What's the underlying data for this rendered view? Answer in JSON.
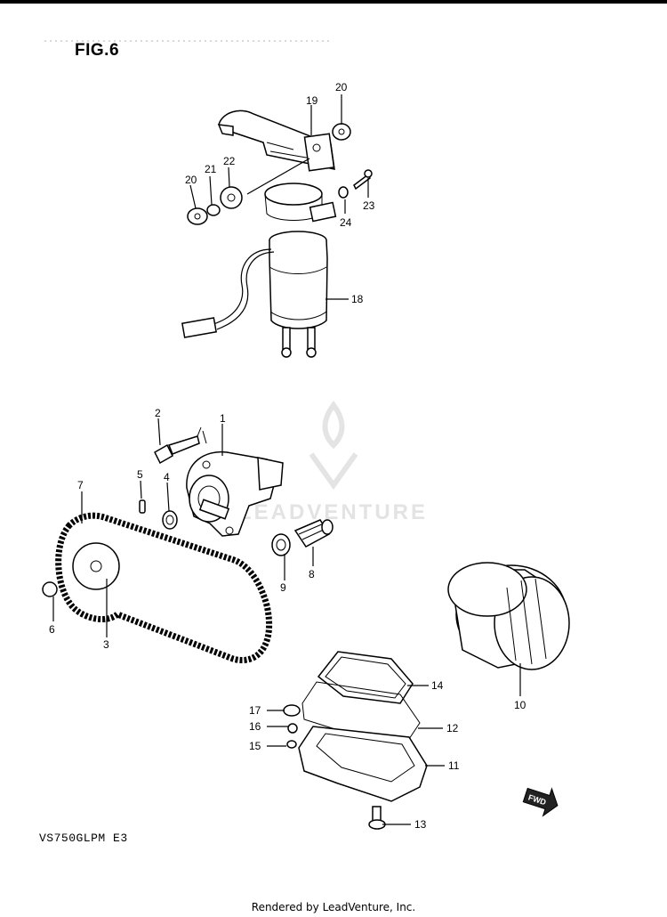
{
  "figure": {
    "title": "FIG.6",
    "model_code": "VS750GLPM E3",
    "footer": "Rendered by LeadVenture, Inc.",
    "watermark": "LEADVENTURE"
  },
  "callouts": {
    "p1": "1",
    "p2": "2",
    "p3": "3",
    "p4": "4",
    "p5": "5",
    "p6": "6",
    "p7": "7",
    "p8": "8",
    "p9": "9",
    "p10": "10",
    "p11": "11",
    "p12": "12",
    "p13": "13",
    "p14": "14",
    "p15": "15",
    "p16": "16",
    "p17": "17",
    "p18": "18",
    "p19": "19",
    "p20a": "20",
    "p20b": "20",
    "p21": "21",
    "p22": "22",
    "p23": "23",
    "p24": "24"
  },
  "direction_badge": "FWD"
}
